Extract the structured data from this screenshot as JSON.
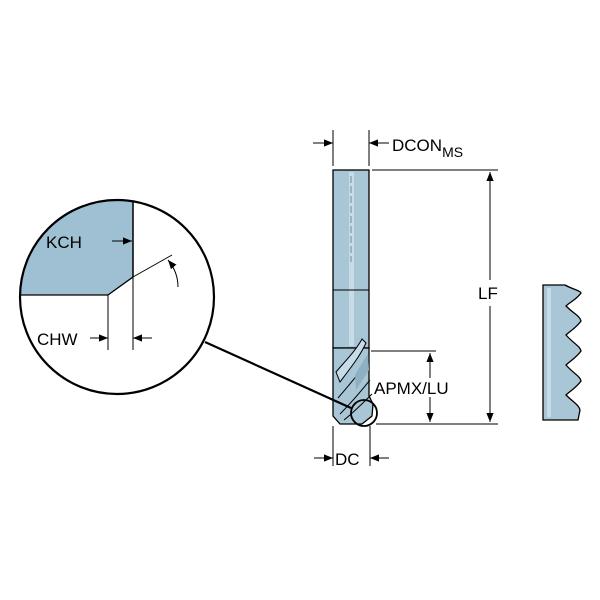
{
  "labels": {
    "dcon_main": "DCON",
    "dcon_sub": "MS",
    "lf": "LF",
    "apmx_lu": "APMX/LU",
    "dc": "DC",
    "kch": "KCH",
    "chw": "CHW"
  },
  "colors": {
    "tool_fill": "#a9c6d6",
    "tool_highlight": "#c7dce7",
    "tool_shadow": "#8fb0c2",
    "detail_fill": "#9fc0d2",
    "outline": "#000000"
  }
}
